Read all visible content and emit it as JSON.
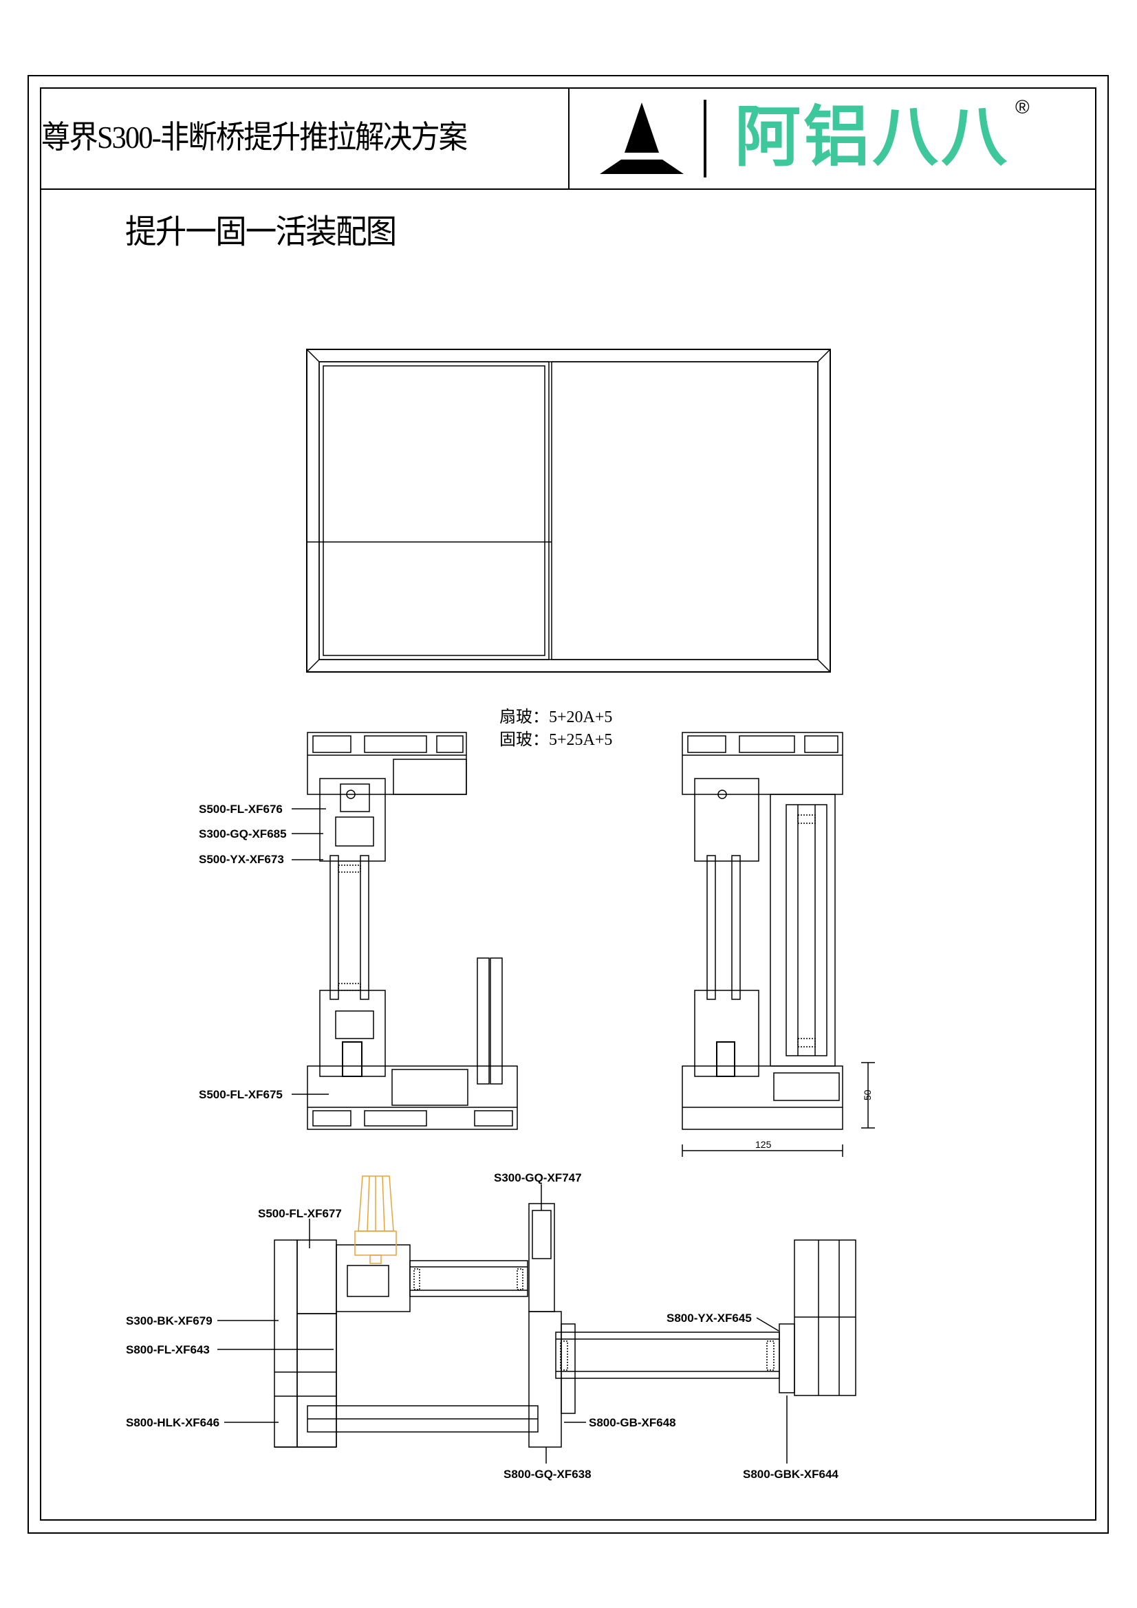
{
  "header": {
    "title": "尊界S300-非断桥提升推拉解决方案",
    "logo_text": "阿铝八八",
    "logo_registered": "®",
    "brand_color": "#3fc79c"
  },
  "subtitle": "提升一固一活装配图",
  "glass_spec": {
    "sash_glass": "扇玻：5+20A+5",
    "fixed_glass": "固玻：5+25A+5"
  },
  "section_labels": {
    "fl_676": "S500-FL-XF676",
    "gq_685": "S300-GQ-XF685",
    "yx_673": "S500-YX-XF673",
    "fl_675": "S500-FL-XF675"
  },
  "dimensions": {
    "height": "50",
    "width": "125"
  },
  "plan_labels": {
    "gq_747": "S300-GQ-XF747",
    "fl_677": "S500-FL-XF677",
    "bk_679": "S300-BK-XF679",
    "fl_643": "S800-FL-XF643",
    "hlk_646": "S800-HLK-XF646",
    "yx_645": "S800-YX-XF645",
    "gb_648": "S800-GB-XF648",
    "gq_638": "S800-GQ-XF638",
    "gbk_644": "S800-GBK-XF644"
  },
  "handle_color": "#e8a33a"
}
